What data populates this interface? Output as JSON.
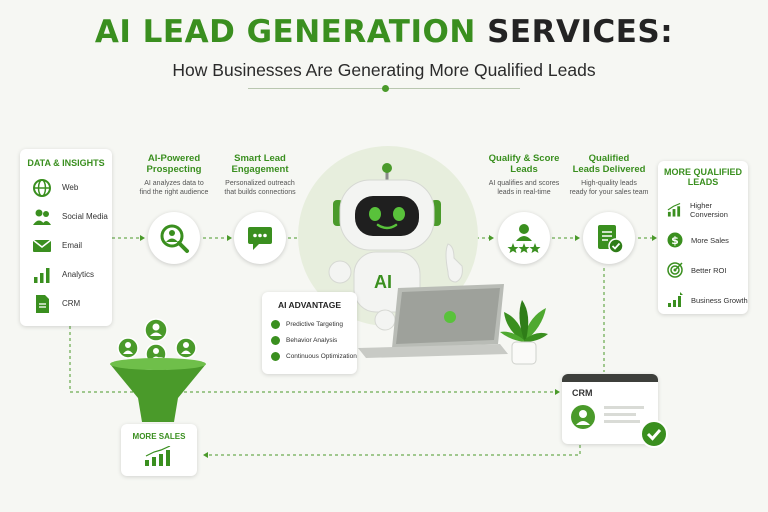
{
  "header": {
    "title_green": "AI LEAD GENERATION",
    "title_dark": "SERVICES:",
    "subtitle": "How Businesses Are Generating More Qualified Leads"
  },
  "data_insights": {
    "heading": "DATA & INSIGHTS",
    "items": [
      {
        "label": "Web",
        "icon": "globe-icon"
      },
      {
        "label": "Social Media",
        "icon": "people-icon"
      },
      {
        "label": "Email",
        "icon": "envelope-icon"
      },
      {
        "label": "Analytics",
        "icon": "bar-chart-icon"
      },
      {
        "label": "CRM",
        "icon": "document-icon"
      }
    ]
  },
  "steps": [
    {
      "title_1": "AI-Powered",
      "title_2": "Prospecting",
      "desc_1": "AI analyzes data to",
      "desc_2": "find the right audience",
      "icon": "magnifier-person-icon"
    },
    {
      "title_1": "Smart Lead",
      "title_2": "Engagement",
      "desc_1": "Personalized outreach",
      "desc_2": "that builds connections",
      "icon": "chat-icon"
    },
    {
      "title_1": "Qualify & Score",
      "title_2": "Leads",
      "desc_1": "AI qualifies and scores",
      "desc_2": "leads in real-time",
      "icon": "person-stars-icon"
    },
    {
      "title_1": "Qualified",
      "title_2": "Leads Delivered",
      "desc_1": "High-quality leads",
      "desc_2": "ready for your sales team",
      "icon": "clipboard-check-icon"
    }
  ],
  "robot": {
    "badge": "AI"
  },
  "ai_advantage": {
    "heading": "AI ADVANTAGE",
    "items": [
      "Predictive Targeting",
      "Behavior Analysis",
      "Continuous Optimization"
    ]
  },
  "results": {
    "heading_1": "MORE QUALIFIED",
    "heading_2": "LEADS",
    "items": [
      {
        "label": "Higher Conversion",
        "icon": "growth-chart-icon"
      },
      {
        "label": "More Sales",
        "icon": "dollar-icon"
      },
      {
        "label": "Better ROI",
        "icon": "target-icon"
      },
      {
        "label": "Business Growth",
        "icon": "bar-growth-icon"
      }
    ]
  },
  "crm": {
    "label": "CRM"
  },
  "more_sales": {
    "label": "MORE SALES"
  },
  "colors": {
    "accent": "#3a8f1f",
    "dark": "#232323",
    "background": "#f6f7f3"
  }
}
